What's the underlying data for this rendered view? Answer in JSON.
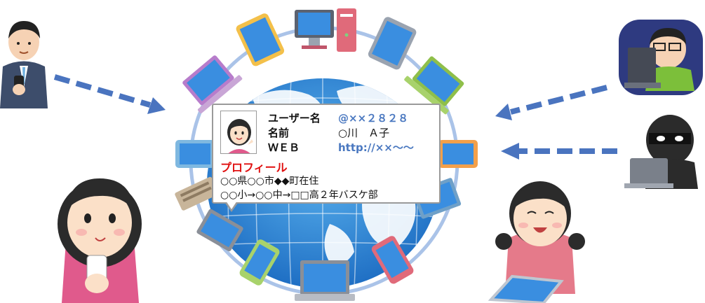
{
  "profile_card": {
    "username_label": "ユーザー名",
    "username_value": "@××２８２８",
    "name_label": "名前",
    "name_value": "○川　Ａ子",
    "web_label": "ＷＥＢ",
    "web_value": "http://××〜〜",
    "profile_heading": "プロフィール",
    "profile_lines": [
      "○○県○○市◆◆町在住",
      "○○小→○○中→□□高２年バスケ部"
    ]
  },
  "colors": {
    "arrow": "#4a74bf",
    "globe_blue": "#2a7fd0",
    "ring": "#aac3e8",
    "profile_heading": "#e01010",
    "value_blue": "#4a78c0"
  }
}
